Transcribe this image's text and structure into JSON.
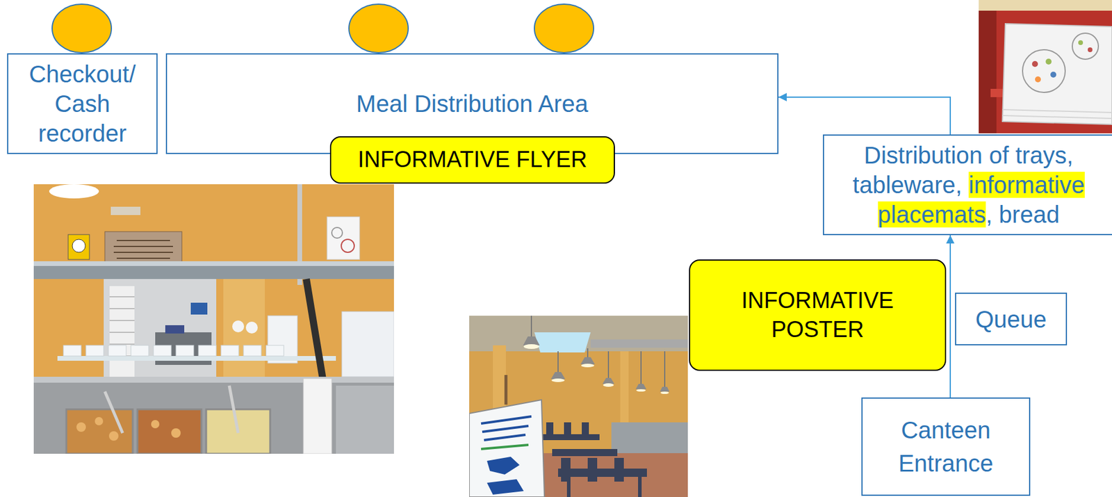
{
  "diagram": {
    "nodes": [
      {
        "text": [
          "Checkout/ Cash recorder"
        ]
      },
      {
        "text": [
          "Meal Distribution Area"
        ]
      },
      {
        "text": [
          "INFORMATIVE FLYER"
        ]
      },
      {
        "text": [
          "Distribution of trays, tableware, informative placemats, bread"
        ]
      },
      {
        "text": [
          "INFORMATIVE POSTER"
        ]
      },
      {
        "text": [
          "Queue"
        ]
      },
      {
        "text": [
          "Canteen Entrance"
        ]
      }
    ],
    "edges": [
      {
        "from": 6,
        "to": 3,
        "arrow": "to"
      },
      {
        "from": 3,
        "to": 1,
        "arrow": "to"
      }
    ]
  }
}
